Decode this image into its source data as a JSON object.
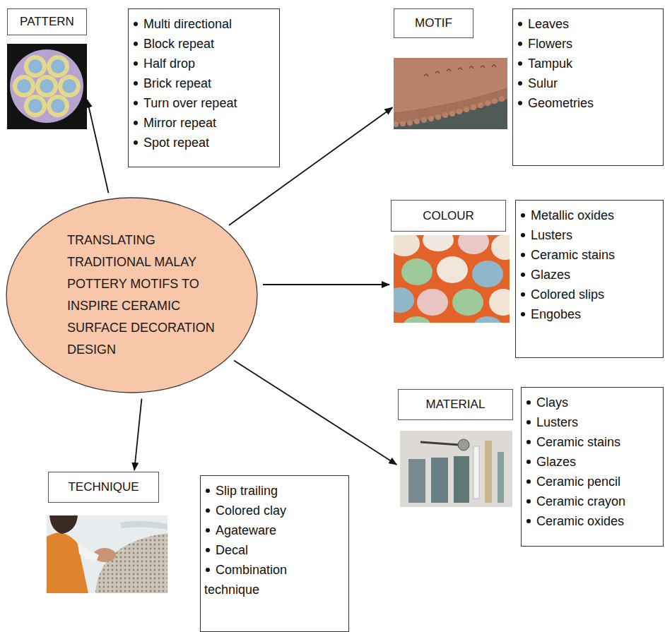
{
  "diagram": {
    "nodes": [
      {
        "text": [
          "PATTERN"
        ]
      },
      {
        "text": [
          "Multi directional",
          "Block repeat",
          "Half drop",
          "Brick repeat",
          "Turn over repeat",
          "Mirror repeat",
          "Spot repeat"
        ]
      },
      {
        "text": [
          "MOTIF"
        ]
      },
      {
        "text": [
          "Leaves",
          "Flowers",
          "Tampuk",
          "Sulur",
          "Geometries"
        ]
      },
      {
        "text": [
          "TRANSLATING TRADITIONAL MALAY POTTERY MOTIFS TO INSPIRE CERAMIC SURFACE DECORATION DESIGN"
        ]
      },
      {
        "text": [
          "COLOUR"
        ]
      },
      {
        "text": [
          "Metallic oxides",
          "Lusters",
          "Ceramic stains",
          "Glazes",
          "Colored slips",
          "Engobes"
        ]
      },
      {
        "text": [
          "MATERIAL"
        ]
      },
      {
        "text": [
          "Clays",
          "Lusters",
          "Ceramic stains",
          "Glazes",
          "Ceramic pencil",
          "Ceramic crayon",
          "Ceramic oxides"
        ]
      },
      {
        "text": [
          "TECHNIQUE"
        ]
      },
      {
        "text": [
          "Slip trailing",
          "Colored clay",
          "Agateware",
          "Decal",
          "Combination technique"
        ]
      }
    ],
    "edges": [
      {
        "from": 4,
        "to": 0,
        "arrow": "to"
      },
      {
        "from": 4,
        "to": 2,
        "arrow": "to"
      },
      {
        "from": 4,
        "to": 5,
        "arrow": "to"
      },
      {
        "from": 4,
        "to": 7,
        "arrow": "to"
      },
      {
        "from": 4,
        "to": 9,
        "arrow": "to"
      }
    ]
  }
}
